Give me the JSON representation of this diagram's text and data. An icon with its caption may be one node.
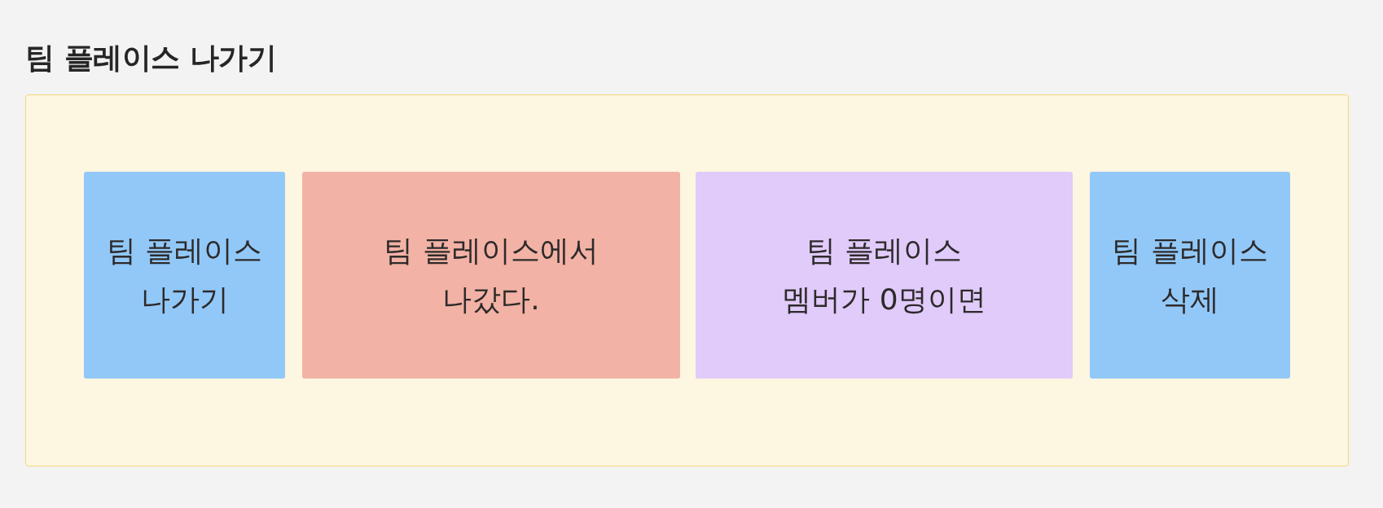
{
  "diagram": {
    "title": "팀 플레이스 나가기",
    "nodes": [
      {
        "text": [],
        "shape": "box"
      },
      {
        "text": [
          "팀 플레이스 나가기"
        ],
        "in": 0
      },
      {
        "text": [
          "팀 플레이스에서 나갔다."
        ],
        "in": 0
      },
      {
        "text": [
          "팀 플레이스 멤버가 0명이면"
        ],
        "in": 0
      },
      {
        "text": [
          "팀 플레이스 삭제"
        ],
        "in": 0
      }
    ]
  }
}
